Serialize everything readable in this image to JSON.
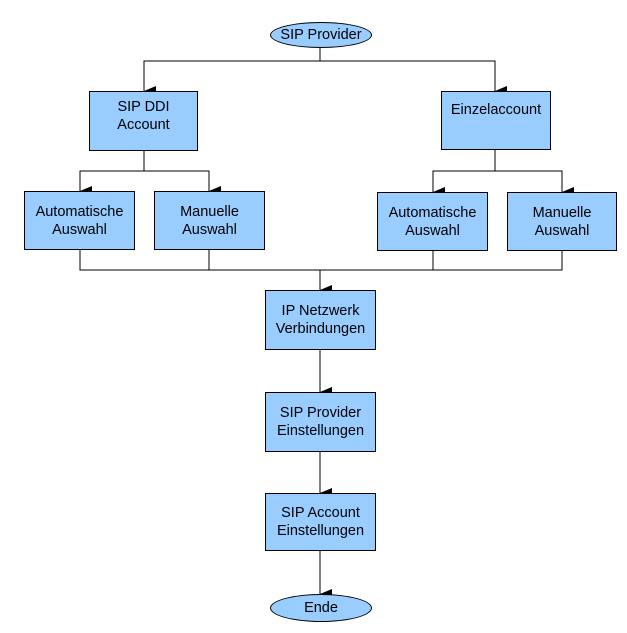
{
  "colors": {
    "node_fill": "#99ccff",
    "line": "#000000"
  },
  "nodes": {
    "start": "SIP Provider",
    "sip_ddi": "SIP DDI\nAccount",
    "einzel": "Einzelaccount",
    "auto_left": "Automatische\nAuswahl",
    "man_left": "Manuelle\nAuswahl",
    "auto_right": "Automatische\nAuswahl",
    "man_right": "Manuelle\nAuswahl",
    "ip": "IP Netzwerk\nVerbindungen",
    "provider_settings": "SIP Provider\nEinstellungen",
    "account_settings": "SIP Account\nEinstellungen",
    "end": "Ende"
  }
}
